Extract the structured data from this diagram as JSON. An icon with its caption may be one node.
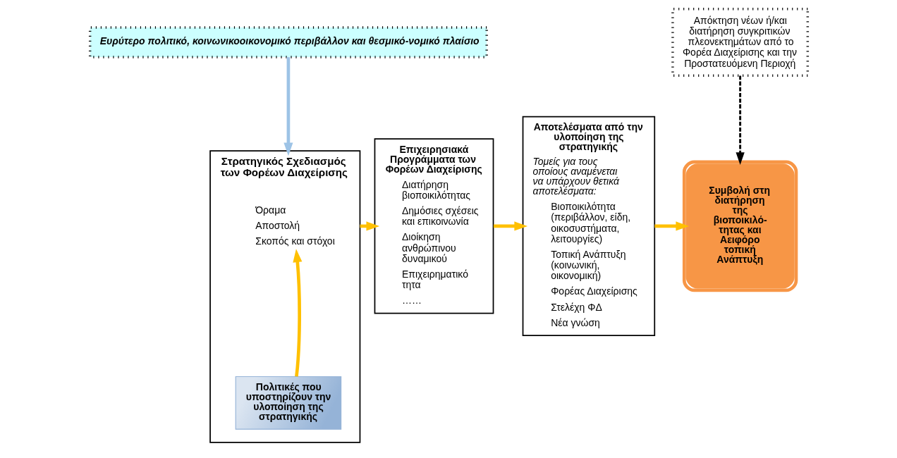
{
  "diagram": {
    "nodes": [
      {
        "text": [
          "Ευρύτερο πολιτικό, κοινωνικοοικονομικό περιβάλλον και θεσμικό-νομικό πλαίσιο"
        ]
      },
      {
        "text": [
          "Στρατηγικός Σχεδιασμός των Φορέων Διαχείρισης",
          "Όραμα",
          "Αποστολή",
          "Σκοπός και στόχοι"
        ]
      },
      {
        "text": [
          "Πολιτικές που υποστηρίζουν την υλοποίηση της στρατηγικής"
        ],
        "in": 1
      },
      {
        "text": [
          "Επιχειρησιακά Προγράμματα των Φορέων Διαχείρισης",
          "Διατήρηση βιοποικιλότητας",
          "Δημόσιες σχέσεις και επικοινωνία",
          "Διοίκηση ανθρώπινου δυναμικού",
          "Επιχειρηματικό τητα",
          "……"
        ]
      },
      {
        "text": [
          "Αποτελέσματα από την υλοποίηση της στρατηγικής",
          "Τομείς για τους οποίους αναμένεται να υπάρχουν θετικά αποτελέσματα:",
          "Βιοποικιλότητα (περιβάλλον, είδη, οικοσυστήματα, λειτουργίες)",
          "Τοπική Ανάπτυξη (κοινωνική, οικονομική)",
          "Φορέας Διαχείρισης",
          "Στελέχη ΦΔ",
          "Νέα γνώση"
        ]
      },
      {
        "text": [
          "Απόκτηση νέων ή/και διατήρηση συγκριτικών πλεονεκτημάτων από το Φορέα Διαχείρισης και την Προστατευόμενη Περιοχή"
        ]
      },
      {
        "text": [
          "Συμβολή στη διατήρηση της βιοποικιλό- τητας και Αειφόρο τοπική Ανάπτυξη"
        ]
      }
    ],
    "edges": [
      {
        "from": 0,
        "to": 1,
        "arrow": "to",
        "color": "#9dc3e6"
      },
      {
        "from": 2,
        "to": 1,
        "arrow": "to"
      },
      {
        "from": 1,
        "to": 3,
        "arrow": "to"
      },
      {
        "from": 3,
        "to": 4,
        "arrow": "to"
      },
      {
        "from": 4,
        "to": 6,
        "arrow": "to"
      },
      {
        "from": 5,
        "to": 6,
        "arrow": "to",
        "style": "dashed",
        "color": "#000000"
      }
    ]
  }
}
